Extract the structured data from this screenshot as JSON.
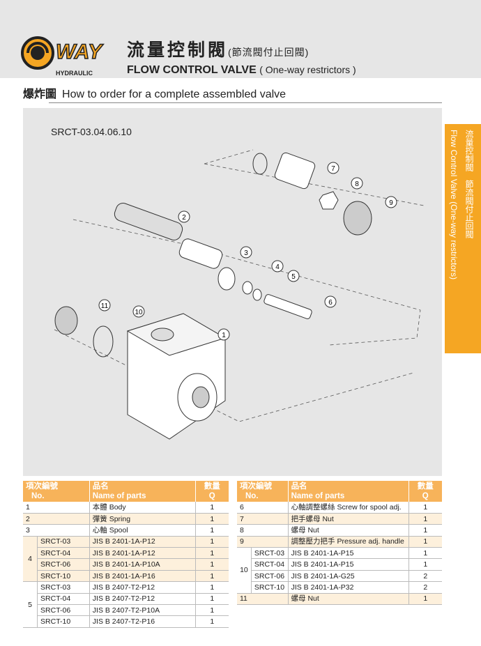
{
  "header": {
    "brand": "WAY",
    "brand_sub": "HYDRAULIC",
    "title_cn": "流量控制閥",
    "title_cn_sub": "(節流閥付止回閥)",
    "title_en": "FLOW CONTROL VALVE",
    "title_en_sub": "( One-way restrictors )"
  },
  "section": {
    "cn": "爆炸圖",
    "en": "How to order for a complete assembled valve"
  },
  "diagram": {
    "model": "SRCT-03.04.06.10",
    "callouts": [
      "1",
      "2",
      "3",
      "4",
      "5",
      "6",
      "7",
      "8",
      "9",
      "10",
      "11"
    ]
  },
  "side_tab": {
    "cn": "流量控制閥　節流閥付止回閥",
    "en": "Flow Control Valve (One-way restrictors)"
  },
  "colors": {
    "accent": "#f5a623",
    "header_bg": "#e6e6e6"
  },
  "table_headers": {
    "no_cn": "項次編號",
    "no_en": "No.",
    "name_cn": "品名",
    "name_en": "Name of parts",
    "q_cn": "數量",
    "q_en": "Q"
  },
  "left_table": [
    {
      "no": "1",
      "name": "本體 Body",
      "q": "1"
    },
    {
      "no": "2",
      "name": "彈簧 Spring",
      "q": "1"
    },
    {
      "no": "3",
      "name": "心軸 Spool",
      "q": "1"
    },
    {
      "no": "4",
      "sub": [
        {
          "model": "SRCT-03",
          "name": "JIS B 2401-1A-P12",
          "q": "1"
        },
        {
          "model": "SRCT-04",
          "name": "JIS B 2401-1A-P12",
          "q": "1"
        },
        {
          "model": "SRCT-06",
          "name": "JIS B 2401-1A-P10A",
          "q": "1"
        },
        {
          "model": "SRCT-10",
          "name": "JIS B 2401-1A-P16",
          "q": "1"
        }
      ]
    },
    {
      "no": "5",
      "sub": [
        {
          "model": "SRCT-03",
          "name": "JIS B 2407-T2-P12",
          "q": "1"
        },
        {
          "model": "SRCT-04",
          "name": "JIS B 2407-T2-P12",
          "q": "1"
        },
        {
          "model": "SRCT-06",
          "name": "JIS B 2407-T2-P10A",
          "q": "1"
        },
        {
          "model": "SRCT-10",
          "name": "JIS B 2407-T2-P16",
          "q": "1"
        }
      ]
    }
  ],
  "right_table": [
    {
      "no": "6",
      "name": "心軸調整螺絲 Screw for spool adj.",
      "q": "1"
    },
    {
      "no": "7",
      "name": "把手螺母 Nut",
      "q": "1"
    },
    {
      "no": "8",
      "name": "螺母 Nut",
      "q": "1"
    },
    {
      "no": "9",
      "name": "調整壓力把手 Pressure adj. handle",
      "q": "1"
    },
    {
      "no": "10",
      "sub": [
        {
          "model": "SRCT-03",
          "name": "JIS B 2401-1A-P15",
          "q": "1"
        },
        {
          "model": "SRCT-04",
          "name": "JIS B 2401-1A-P15",
          "q": "1"
        },
        {
          "model": "SRCT-06",
          "name": "JIS B 2401-1A-G25",
          "q": "2"
        },
        {
          "model": "SRCT-10",
          "name": "JIS B 2401-1A-P32",
          "q": "2"
        }
      ]
    },
    {
      "no": "11",
      "name": "螺母 Nut",
      "q": "1"
    }
  ]
}
